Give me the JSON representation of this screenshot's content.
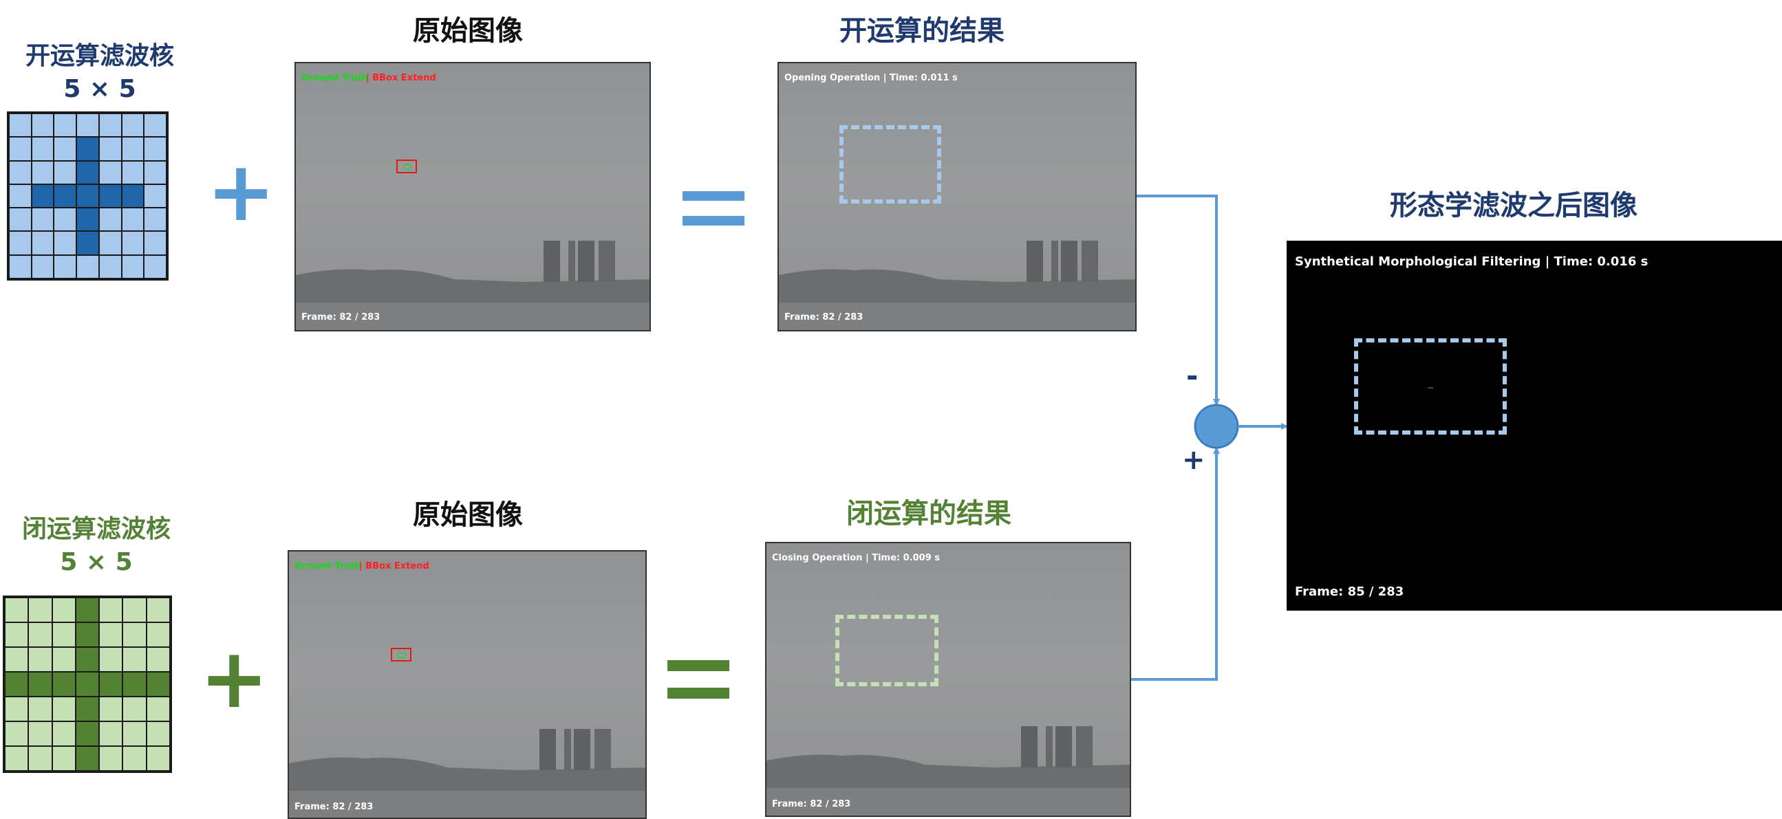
{
  "colors": {
    "open_dark": "#1f65a8",
    "open_light": "#a9c9ec",
    "open_title": "#1f3a6e",
    "close_dark": "#548235",
    "close_light": "#c5e0b4",
    "close_title": "#548235",
    "arrow": "#5b9bd5",
    "result_bg": "#000000"
  },
  "open_kernel": {
    "label_line1": "开运算滤波核",
    "label_line2": "5 × 5",
    "pattern": [
      [
        0,
        0,
        0,
        0,
        0,
        0,
        0
      ],
      [
        0,
        0,
        0,
        1,
        0,
        0,
        0
      ],
      [
        0,
        0,
        0,
        1,
        0,
        0,
        0
      ],
      [
        0,
        1,
        1,
        1,
        1,
        1,
        0
      ],
      [
        0,
        0,
        0,
        1,
        0,
        0,
        0
      ],
      [
        0,
        0,
        0,
        1,
        0,
        0,
        0
      ],
      [
        0,
        0,
        0,
        0,
        0,
        0,
        0
      ]
    ]
  },
  "close_kernel": {
    "label_line1": "闭运算滤波核",
    "label_line2": "5 × 5",
    "pattern": [
      [
        0,
        0,
        0,
        1,
        0,
        0,
        0
      ],
      [
        0,
        0,
        0,
        1,
        0,
        0,
        0
      ],
      [
        0,
        0,
        0,
        1,
        0,
        0,
        0
      ],
      [
        1,
        1,
        1,
        1,
        1,
        1,
        1
      ],
      [
        0,
        0,
        0,
        1,
        0,
        0,
        0
      ],
      [
        0,
        0,
        0,
        1,
        0,
        0,
        0
      ],
      [
        0,
        0,
        0,
        1,
        0,
        0,
        0
      ]
    ]
  },
  "top_row": {
    "plus": "+",
    "equals": "=",
    "original_title": "原始图像",
    "original_gt_label": "Ground Truth",
    "original_bbox_label": "| BBox Extend",
    "original_frame": "Frame: 82 / 283",
    "result_title": "开运算的结果",
    "result_caption": "Opening Operation | Time: 0.011 s",
    "result_frame": "Frame: 82 / 283"
  },
  "bottom_row": {
    "plus": "+",
    "equals": "=",
    "original_title": "原始图像",
    "original_gt_label": "Ground Truth",
    "original_bbox_label": "| BBox Extend",
    "original_frame": "Frame: 82 / 283",
    "result_title": "闭运算的结果",
    "result_caption": "Closing Operation | Time: 0.009 s",
    "result_frame": "Frame: 82 / 283"
  },
  "combine": {
    "minus_sign": "-",
    "plus_sign": "+"
  },
  "final": {
    "title": "形态学滤波之后图像",
    "caption": "Synthetical Morphological Filtering | Time: 0.016 s",
    "frame": "Frame: 85 / 283"
  }
}
